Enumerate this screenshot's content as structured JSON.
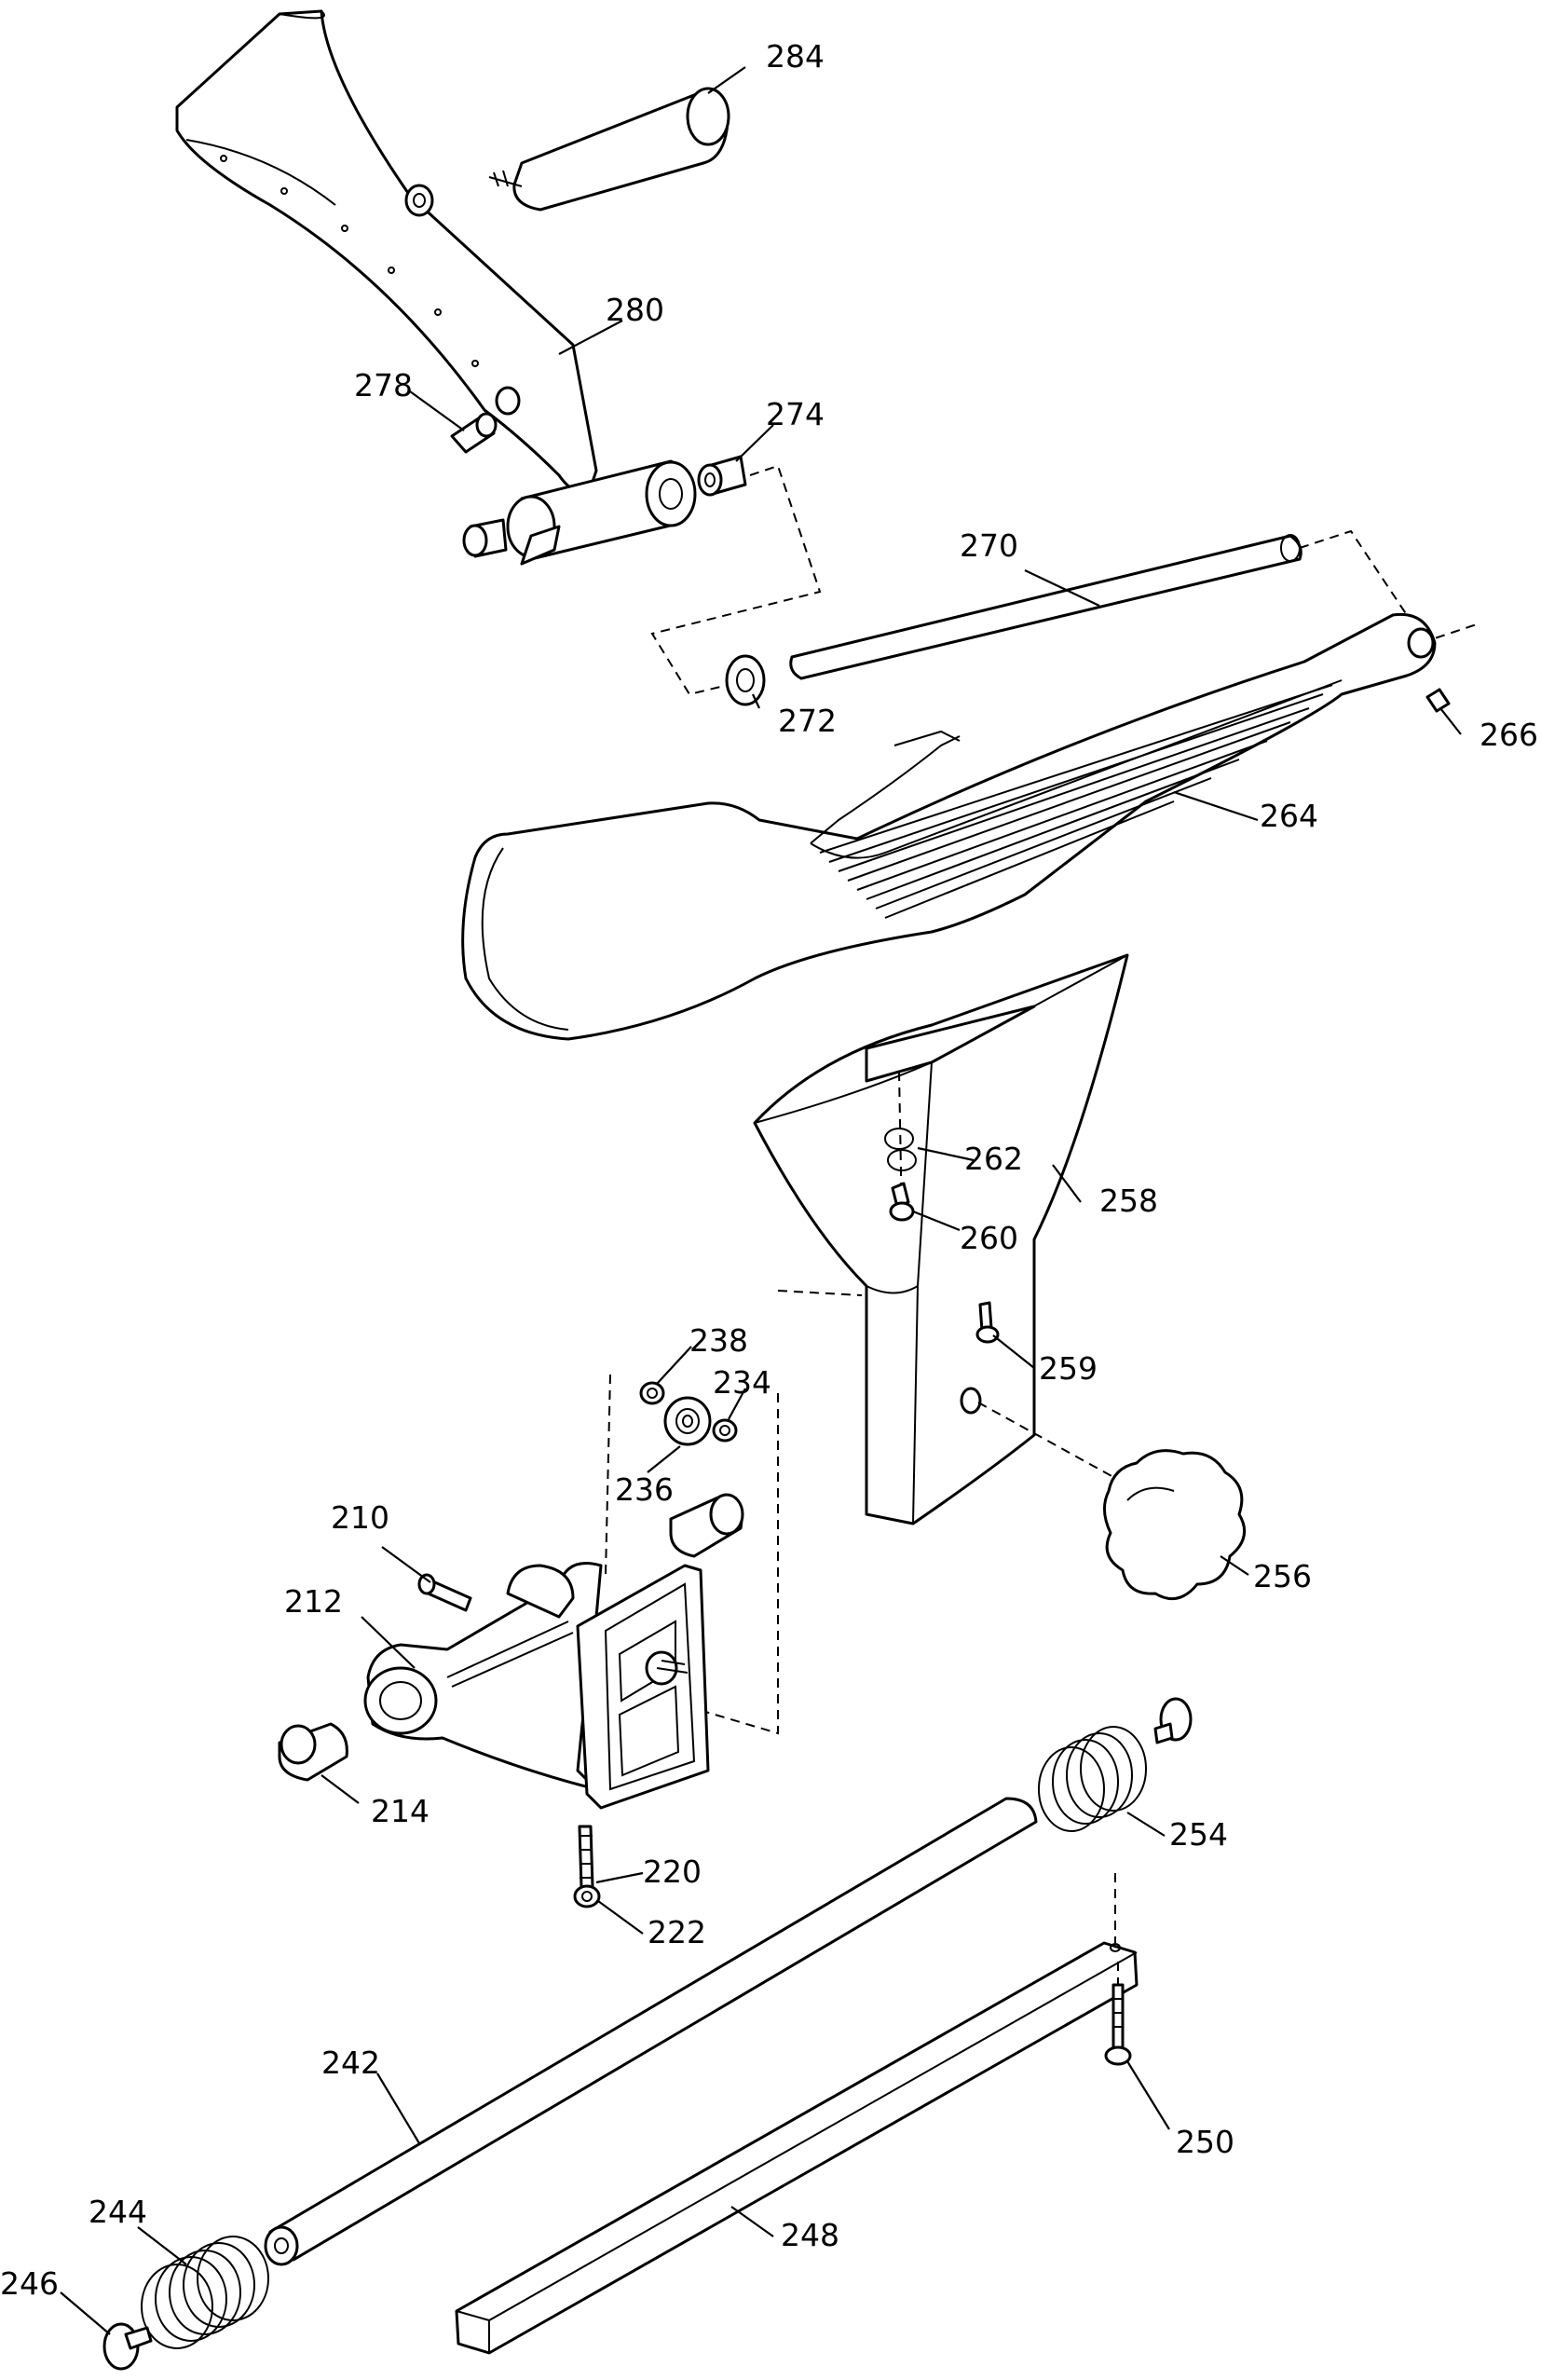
{
  "labels": {
    "p284": "284",
    "p280": "280",
    "p278": "278",
    "p274": "274",
    "p270": "270",
    "p272": "272",
    "p266": "266",
    "p264": "264",
    "p262": "262",
    "p260": "260",
    "p258": "258",
    "p259": "259",
    "p238": "238",
    "p234": "234",
    "p236": "236",
    "p210": "210",
    "p212": "212",
    "p256": "256",
    "p214": "214",
    "p220": "220",
    "p222": "222",
    "p254": "254",
    "p250": "250",
    "p242": "242",
    "p248": "248",
    "p244": "244",
    "p246": "246"
  }
}
